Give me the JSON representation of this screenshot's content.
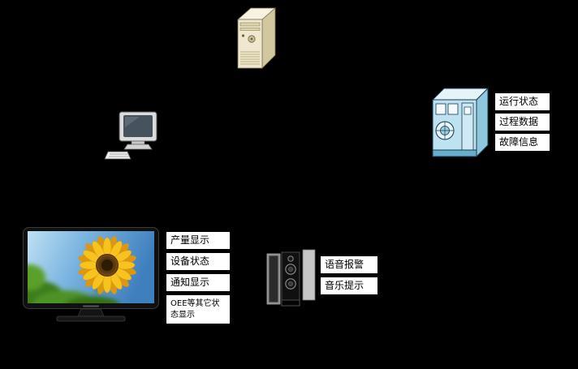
{
  "scene": {
    "background_color": "#000000"
  },
  "labels": {
    "machine": [
      "运行状态",
      "过程数据",
      "故障信息"
    ],
    "tv": [
      "产量显示",
      "设备状态",
      "通知显示",
      "OEE等其它状态显示"
    ],
    "speakers": [
      "语音报警",
      "音乐提示"
    ]
  },
  "icons": {
    "server": "server-tower-icon",
    "workstation": "desktop-computer-icon",
    "machine": "industrial-machine-icon",
    "tv": "tv-display-icon",
    "speakers": "speaker-towers-icon"
  },
  "colors": {
    "label_background": "#ffffff",
    "label_border": "#000000",
    "label_text": "#000000",
    "server_body": "#efe8ce",
    "machine_body": "#bfe2f0",
    "machine_side": "#8fc7dd",
    "sunflower_petal": "#f7c31f",
    "sunflower_center": "#5c3a0c",
    "sky_blue": "#7ab4e0",
    "foliage_green": "#4e9226"
  }
}
